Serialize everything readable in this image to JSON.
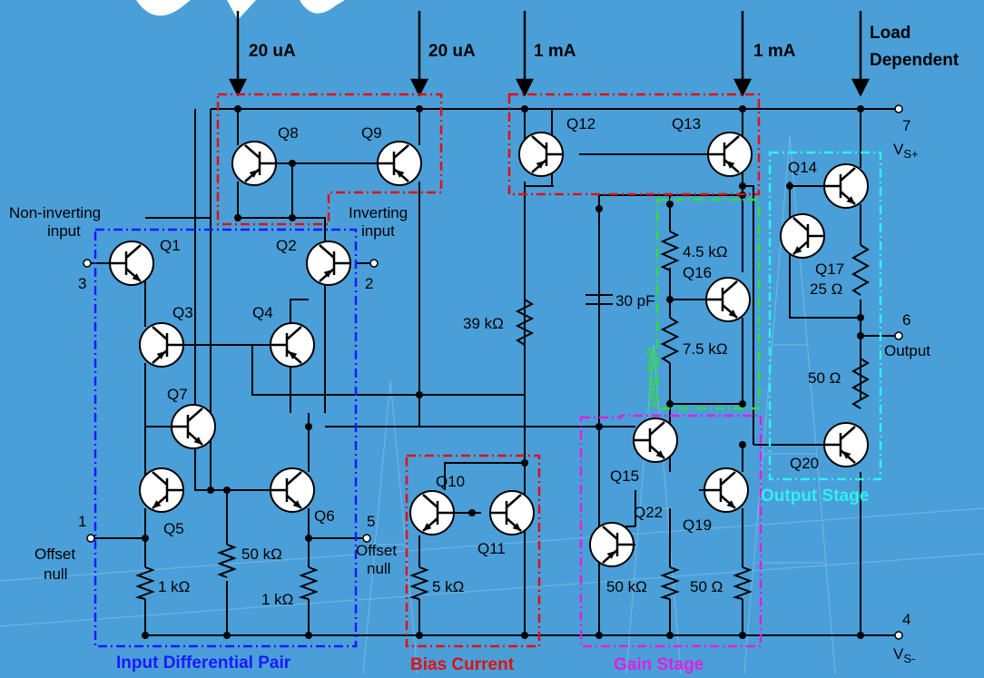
{
  "currents": {
    "c1": "20 uA",
    "c2": "20 uA",
    "c3": "1 mA",
    "c4": "1 mA",
    "c5_line1": "Load",
    "c5_line2": "Dependent"
  },
  "transistors": {
    "q1": "Q1",
    "q2": "Q2",
    "q3": "Q3",
    "q4": "Q4",
    "q5": "Q5",
    "q6": "Q6",
    "q7": "Q7",
    "q8": "Q8",
    "q9": "Q9",
    "q10": "Q10",
    "q11": "Q11",
    "q12": "Q12",
    "q13": "Q13",
    "q14": "Q14",
    "q15": "Q15",
    "q16": "Q16",
    "q17": "Q17",
    "q19": "Q19",
    "q20": "Q20",
    "q22": "Q22"
  },
  "components": {
    "r39k": "39 kΩ",
    "cap": "30 pF",
    "r4_5k": "4.5 kΩ",
    "r7_5k": "7.5 kΩ",
    "r25": "25 Ω",
    "r50_out": "50 Ω",
    "r50k_in": "50 kΩ",
    "r1k_a": "1 kΩ",
    "r1k_b": "1 kΩ",
    "r5k": "5 kΩ",
    "r50k_gain": "50 kΩ",
    "r50_gain": "50 Ω"
  },
  "pins": {
    "noninv_l1": "Non-inverting",
    "noninv_l2": "input",
    "pin3": "3",
    "inv_l1": "Inverting",
    "inv_l2": "input",
    "pin2": "2",
    "pin7": "7",
    "vsplus_v": "V",
    "vsplus_sub": "S+",
    "pin6": "6",
    "output": "Output",
    "pin4": "4",
    "vsminus_v": "V",
    "vsminus_sub": "S-",
    "pin1": "1",
    "offset1_l1": "Offset",
    "offset1_l2": "null",
    "pin5": "5",
    "offset5_l1": "Offset",
    "offset5_l2": "null"
  },
  "blocks": {
    "input_pair": "Input Differential Pair",
    "bias": "Bias Current",
    "gain": "Gain Stage",
    "output_stage": "Output Stage",
    "level_shift": "Level Shift"
  },
  "colors": {
    "background": "#4a9fd8",
    "wire": "#000000",
    "blue_block": "#1a1aff",
    "red_block": "#e01010",
    "magenta_block": "#e020e0",
    "cyan_block": "#30f0f0",
    "green_block": "#30e030"
  }
}
